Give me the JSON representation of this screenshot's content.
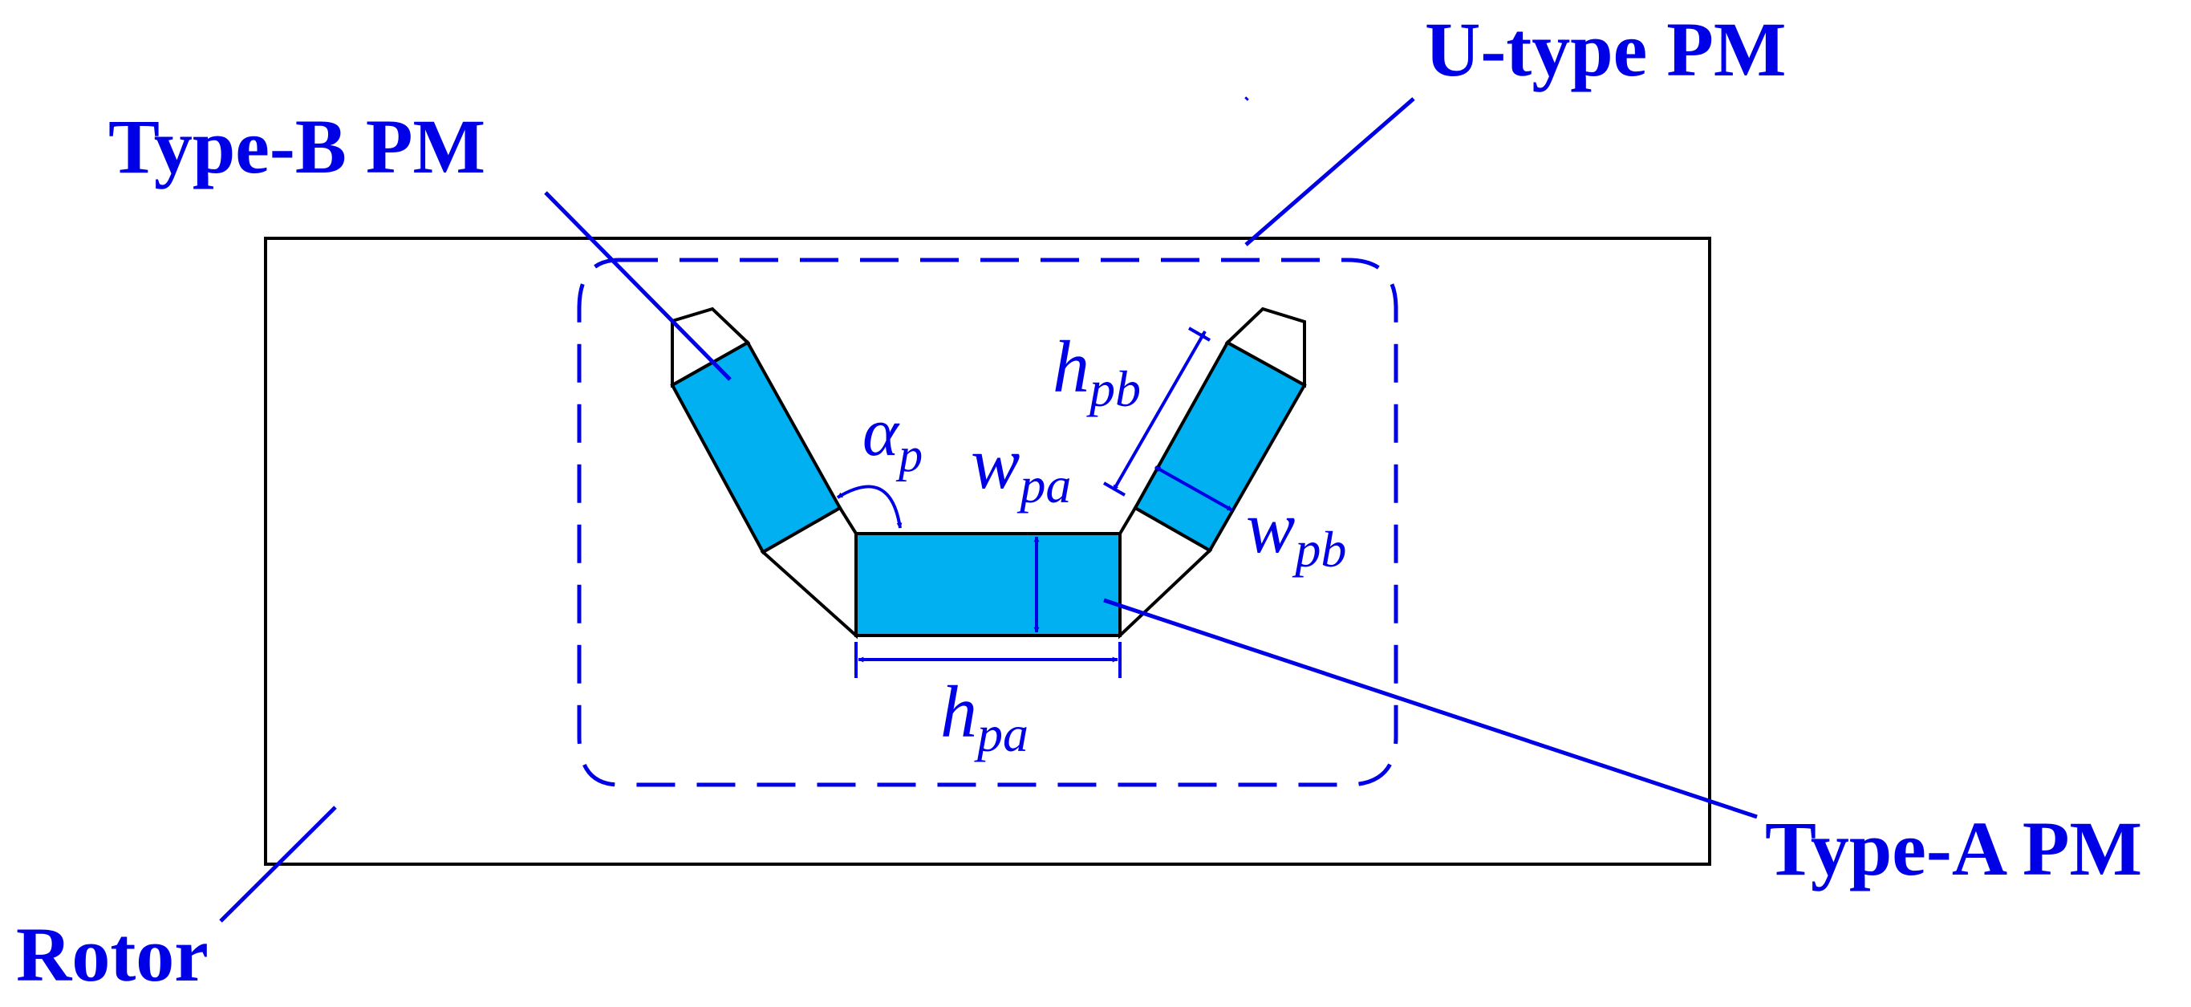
{
  "labels": {
    "u_type_pm": "U-type PM",
    "type_b_pm": "Type-B PM",
    "type_a_pm": "Type-A PM",
    "rotor": "Rotor"
  },
  "symbols": {
    "alpha_p": {
      "base": "α",
      "sub": "p"
    },
    "h_pb": {
      "base": "h",
      "sub": "pb"
    },
    "w_pa": {
      "base": "w",
      "sub": "pa"
    },
    "w_pb": {
      "base": "w",
      "sub": "pb"
    },
    "h_pa": {
      "base": "h",
      "sub": "pa"
    }
  },
  "colors": {
    "annotation": "#0000E6",
    "magnet_fill": "#00B0F0",
    "outline": "#000000",
    "background": "#FFFFFF"
  }
}
